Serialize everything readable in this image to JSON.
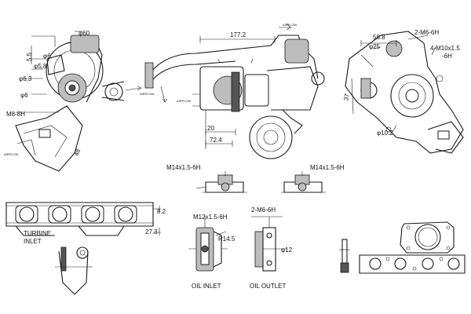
{
  "dimensions": {
    "d60": "φ60",
    "d5_5": "5.5",
    "d6a": "φ6",
    "d6_3": "φ6,3",
    "d5_8": "φ5,8",
    "d6b": "φ6",
    "m8": "M8-8H",
    "d48": "48",
    "d177": "177.2",
    "d20": "20",
    "d72": "72.4",
    "d58": "58.8",
    "d25": "φ25",
    "d37": "37",
    "d10": "φ10.2",
    "m6a": "2-M6-6H",
    "m10": "4-M10x1.5",
    "m10b": "-6H",
    "m14a": "M14x1.5-6H",
    "m14b": "M14x1.5-6H",
    "d8_2": "8.2",
    "d27": "27.3",
    "m12": "M12x1.5-6H",
    "m6b": "2-M6-6H",
    "d14": "R14.5",
    "d12": "φ12"
  },
  "labels": {
    "turbine": "TURBINE",
    "inlet": "INLET",
    "oil_inlet": "OIL  INLET",
    "oil_outlet": "OIL  OUTLET"
  },
  "arrows": {
    "a1": "AIRFLOW",
    "a2": "AIRFLOW",
    "a3": "AIRFLOW",
    "a4": "AIRFLOW"
  }
}
